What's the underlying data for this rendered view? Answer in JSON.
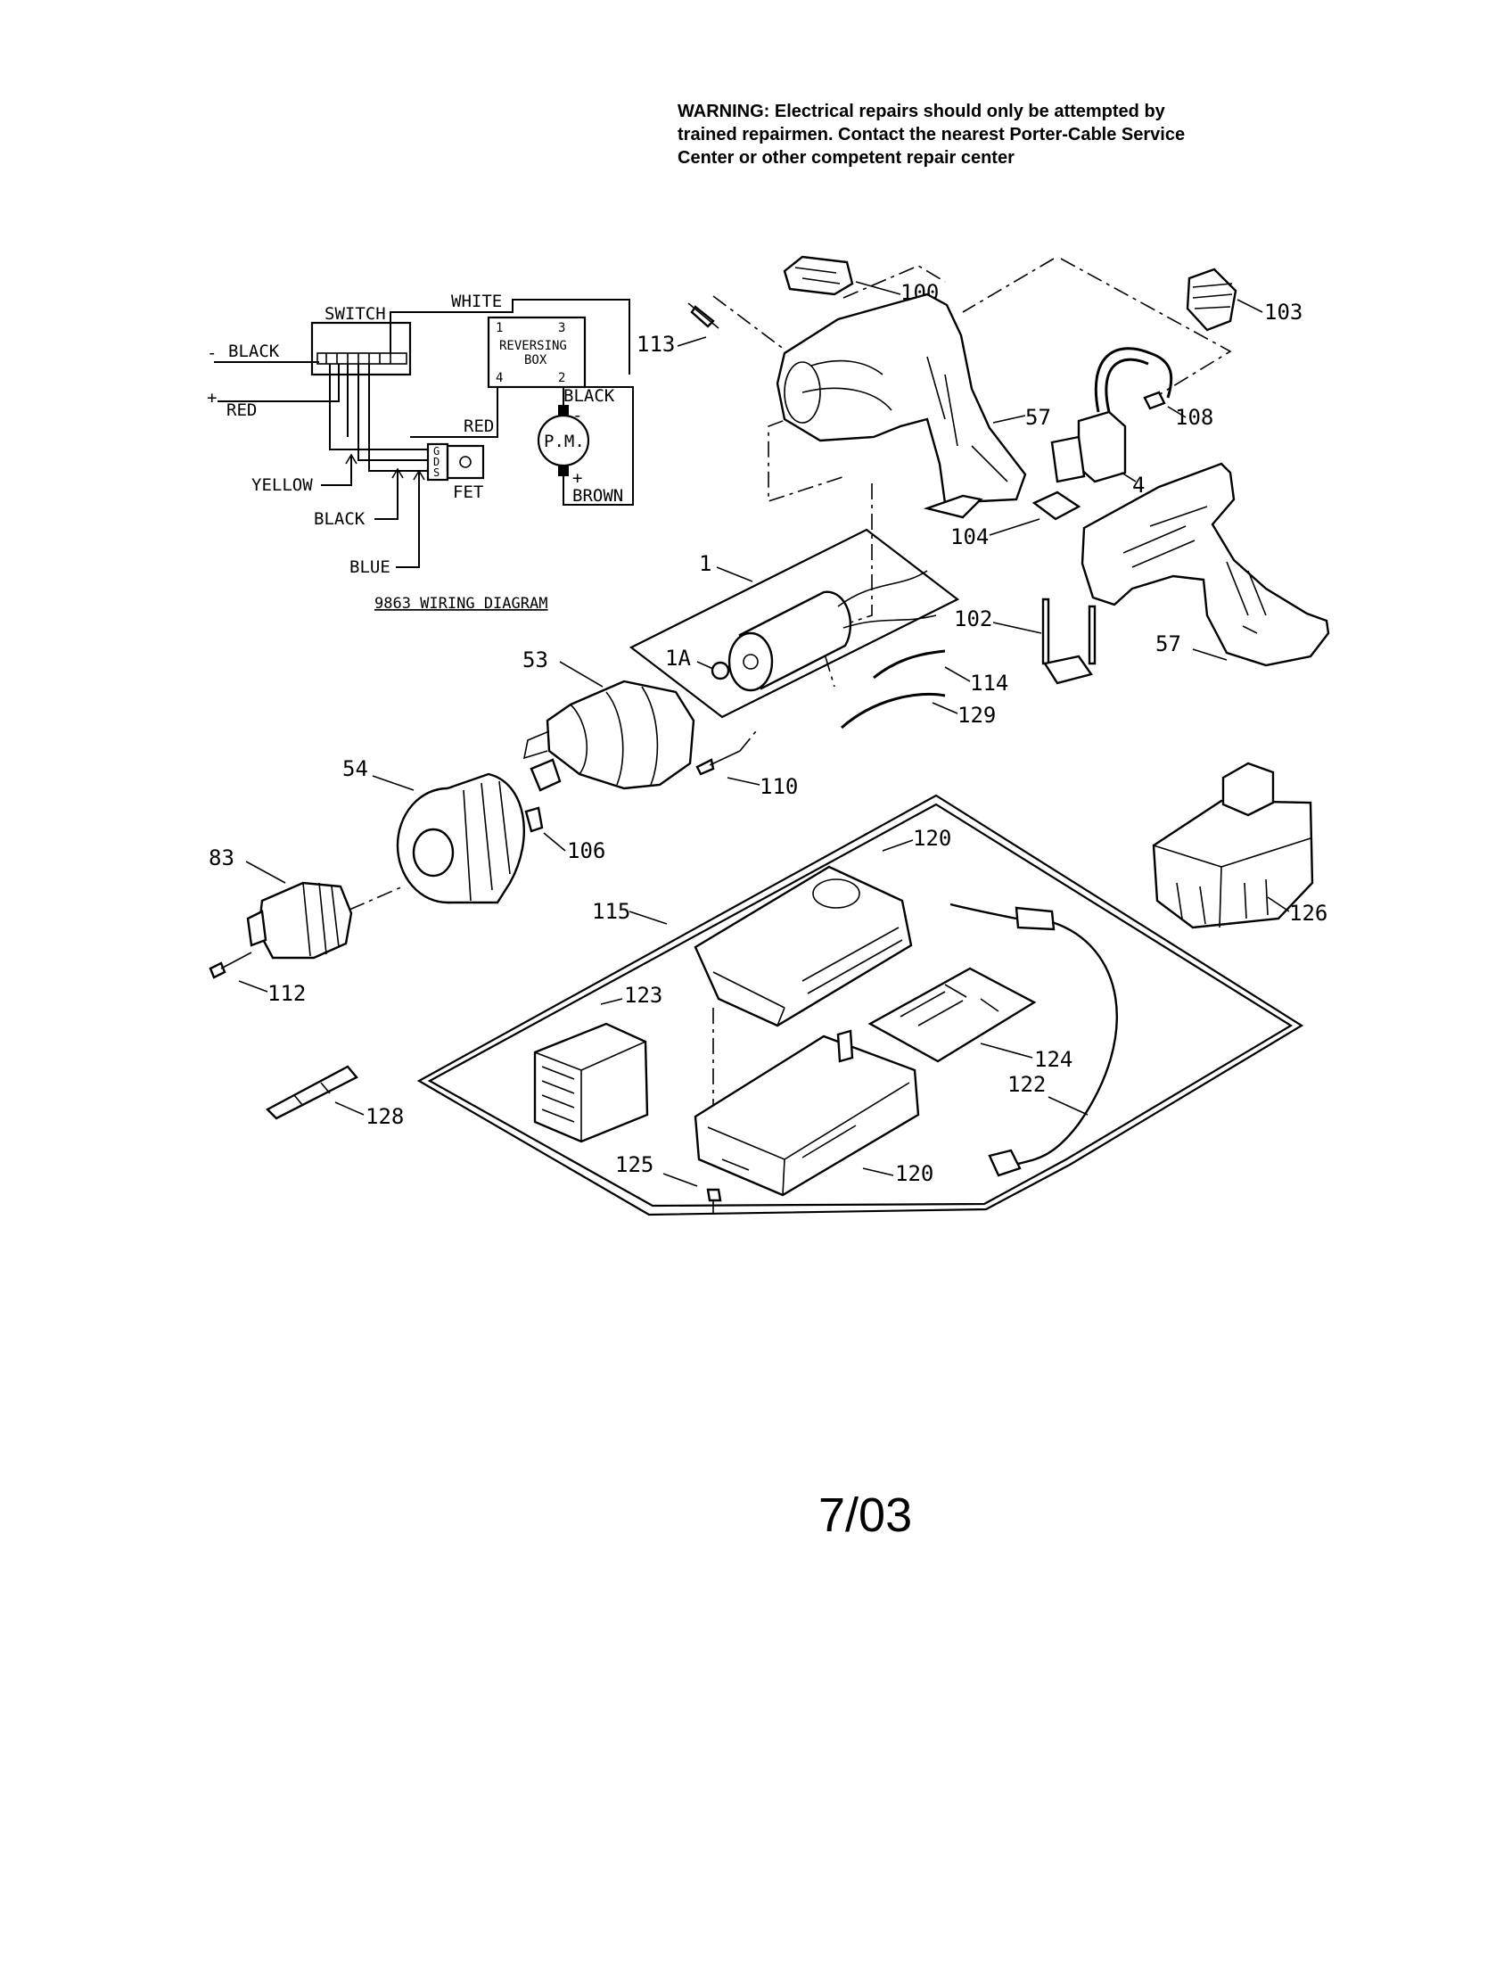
{
  "warning": {
    "line1": "WARNING: Electrical repairs should only be attempted by",
    "line2": "trained repairmen. Contact the nearest Porter-Cable Service",
    "line3": "Center or other competent repair center"
  },
  "wiring": {
    "title": "9863 WIRING DIAGRAM",
    "switch_label": "SWITCH",
    "white": "WHITE",
    "black_neg": "BLACK",
    "red_pos": "RED",
    "minus_sign": "-",
    "plus_sign": "+",
    "yellow": "YELLOW",
    "black2": "BLACK",
    "blue": "BLUE",
    "red2": "RED",
    "reversing_box": "REVERSING",
    "box_word": "BOX",
    "pin1": "1",
    "pin2": "2",
    "pin3": "3",
    "pin4": "4",
    "black_motor": "BLACK",
    "brown": "BROWN",
    "pm": "P.M.",
    "fet": "FET",
    "gds": [
      "G",
      "D",
      "S"
    ],
    "motor_minus": "-",
    "motor_plus": "+"
  },
  "parts": {
    "p100": "100",
    "p113": "113",
    "p103": "103",
    "p57a": "57",
    "p108": "108",
    "p4": "4",
    "p104": "104",
    "p1": "1",
    "p102": "102",
    "p57b": "57",
    "p53": "53",
    "p1a": "1A",
    "p114": "114",
    "p129": "129",
    "p54": "54",
    "p110": "110",
    "p83": "83",
    "p106": "106",
    "p120a": "120",
    "p126": "126",
    "p115": "115",
    "p112": "112",
    "p123": "123",
    "p124": "124",
    "p122": "122",
    "p128": "128",
    "p125": "125",
    "p120b": "120"
  },
  "footer": {
    "date": "7/03"
  }
}
